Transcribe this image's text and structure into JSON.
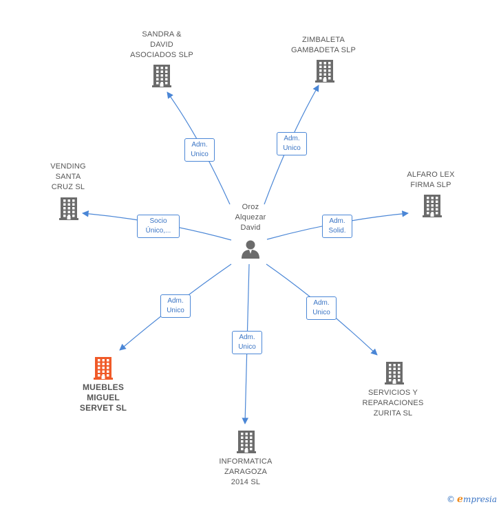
{
  "center": {
    "name_lines": [
      "Oroz",
      "Alquezar",
      "David"
    ],
    "icon": "person-icon"
  },
  "companies": [
    {
      "id": "sandra",
      "name_lines": [
        "SANDRA &",
        "DAVID",
        "ASOCIADOS SLP"
      ],
      "icon": "building-icon",
      "relation_lines": [
        "Adm.",
        "Unico"
      ],
      "highlight": false
    },
    {
      "id": "zimbaleta",
      "name_lines": [
        "ZIMBALETA",
        "GAMBADETA SLP"
      ],
      "icon": "building-icon",
      "relation_lines": [
        "Adm.",
        "Unico"
      ],
      "highlight": false
    },
    {
      "id": "vending",
      "name_lines": [
        "VENDING",
        "SANTA",
        "CRUZ  SL"
      ],
      "icon": "building-icon",
      "relation_lines": [
        "Socio",
        "Único,..."
      ],
      "highlight": false
    },
    {
      "id": "alfaro",
      "name_lines": [
        "ALFARO LEX",
        "FIRMA SLP"
      ],
      "icon": "building-icon",
      "relation_lines": [
        "Adm.",
        "Solid."
      ],
      "highlight": false
    },
    {
      "id": "muebles",
      "name_lines": [
        "MUEBLES",
        "MIGUEL",
        "SERVET SL"
      ],
      "icon": "building-icon",
      "relation_lines": [
        "Adm.",
        "Unico"
      ],
      "highlight": true
    },
    {
      "id": "informatica",
      "name_lines": [
        "INFORMATICA",
        "ZARAGOZA",
        "2014  SL"
      ],
      "icon": "building-icon",
      "relation_lines": [
        "Adm.",
        "Unico"
      ],
      "highlight": false
    },
    {
      "id": "servicios",
      "name_lines": [
        "SERVICIOS Y",
        "REPARACIONES",
        "ZURITA  SL"
      ],
      "icon": "building-icon",
      "relation_lines": [
        "Adm.",
        "Unico"
      ],
      "highlight": false
    }
  ],
  "colors": {
    "edge": "#4a86d6",
    "building": "#6b6b6b",
    "building_highlight": "#f05a28",
    "person": "#6b6b6b"
  },
  "footer": {
    "copyright": "©",
    "brand_initial": "e",
    "brand_rest": "mpresia"
  }
}
